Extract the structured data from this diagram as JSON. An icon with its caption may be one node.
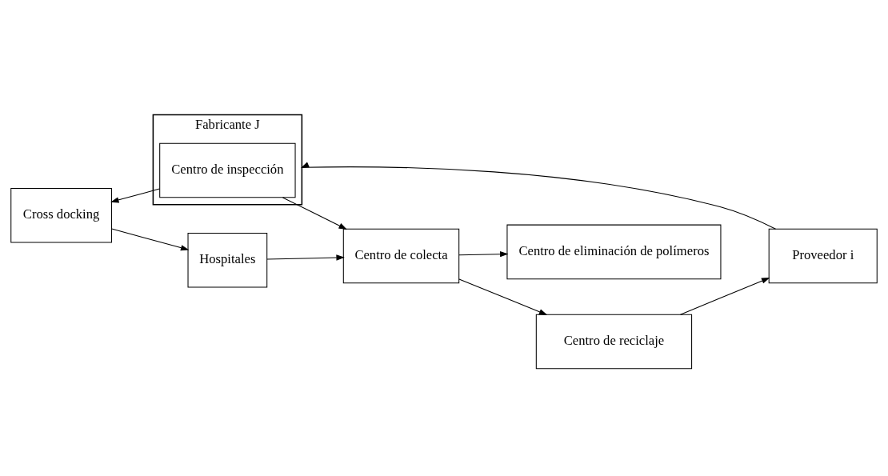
{
  "diagram": {
    "nodes": [
      {
        "text": [
          "Proveedor i"
        ]
      },
      {
        "text": [
          "Fabricante J"
        ]
      },
      {
        "text": [
          "Centro de inspección"
        ],
        "in": 1
      },
      {
        "text": [
          "Cross docking"
        ]
      },
      {
        "text": [
          "Hospitales"
        ]
      },
      {
        "text": [
          "Centro de colecta"
        ]
      },
      {
        "text": [
          "Centro de eliminación de polímeros"
        ]
      },
      {
        "text": [
          "Centro de reciclaje"
        ]
      }
    ],
    "edges": [
      {
        "from": 0,
        "to": 1,
        "arrow": "to"
      },
      {
        "from": 2,
        "to": 3,
        "arrow": "to"
      },
      {
        "from": 3,
        "to": 4,
        "arrow": "to"
      },
      {
        "from": 2,
        "to": 5,
        "arrow": "to"
      },
      {
        "from": 4,
        "to": 5,
        "arrow": "to"
      },
      {
        "from": 5,
        "to": 6,
        "arrow": "to"
      },
      {
        "from": 5,
        "to": 7,
        "arrow": "to"
      },
      {
        "from": 7,
        "to": 0,
        "arrow": "to"
      }
    ]
  }
}
